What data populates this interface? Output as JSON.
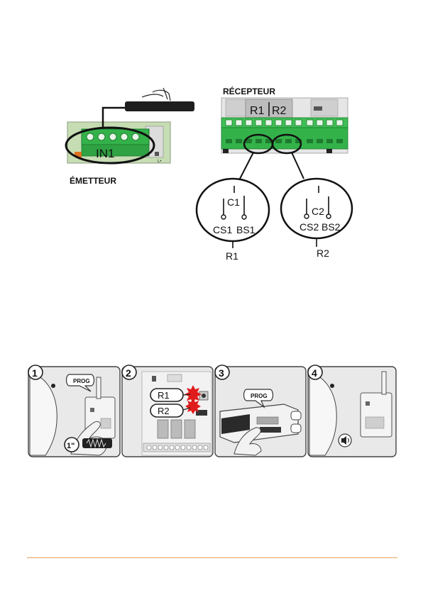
{
  "diagram": {
    "transmitter_label": "ÉMETTEUR",
    "receiver_label": "RÉCEPTEUR",
    "input_label": "IN1",
    "relay_top_labels": [
      "R1",
      "R2"
    ],
    "relays": [
      {
        "common": "C1",
        "left": "CS1",
        "right": "BS1",
        "name": "R1"
      },
      {
        "common": "C2",
        "left": "CS2",
        "right": "BS2",
        "name": "R2"
      }
    ]
  },
  "steps": [
    {
      "number": "1",
      "bubble": "PROG",
      "duration": "1\""
    },
    {
      "number": "2",
      "leds": [
        "R1",
        "R2"
      ]
    },
    {
      "number": "3",
      "bubble": "PROG"
    },
    {
      "number": "4"
    }
  ],
  "colors": {
    "terminal_green": "#34b24a",
    "board_green": "#c6ddb4",
    "led_red": "#e01b1b",
    "accent_line": "#e8a060"
  }
}
